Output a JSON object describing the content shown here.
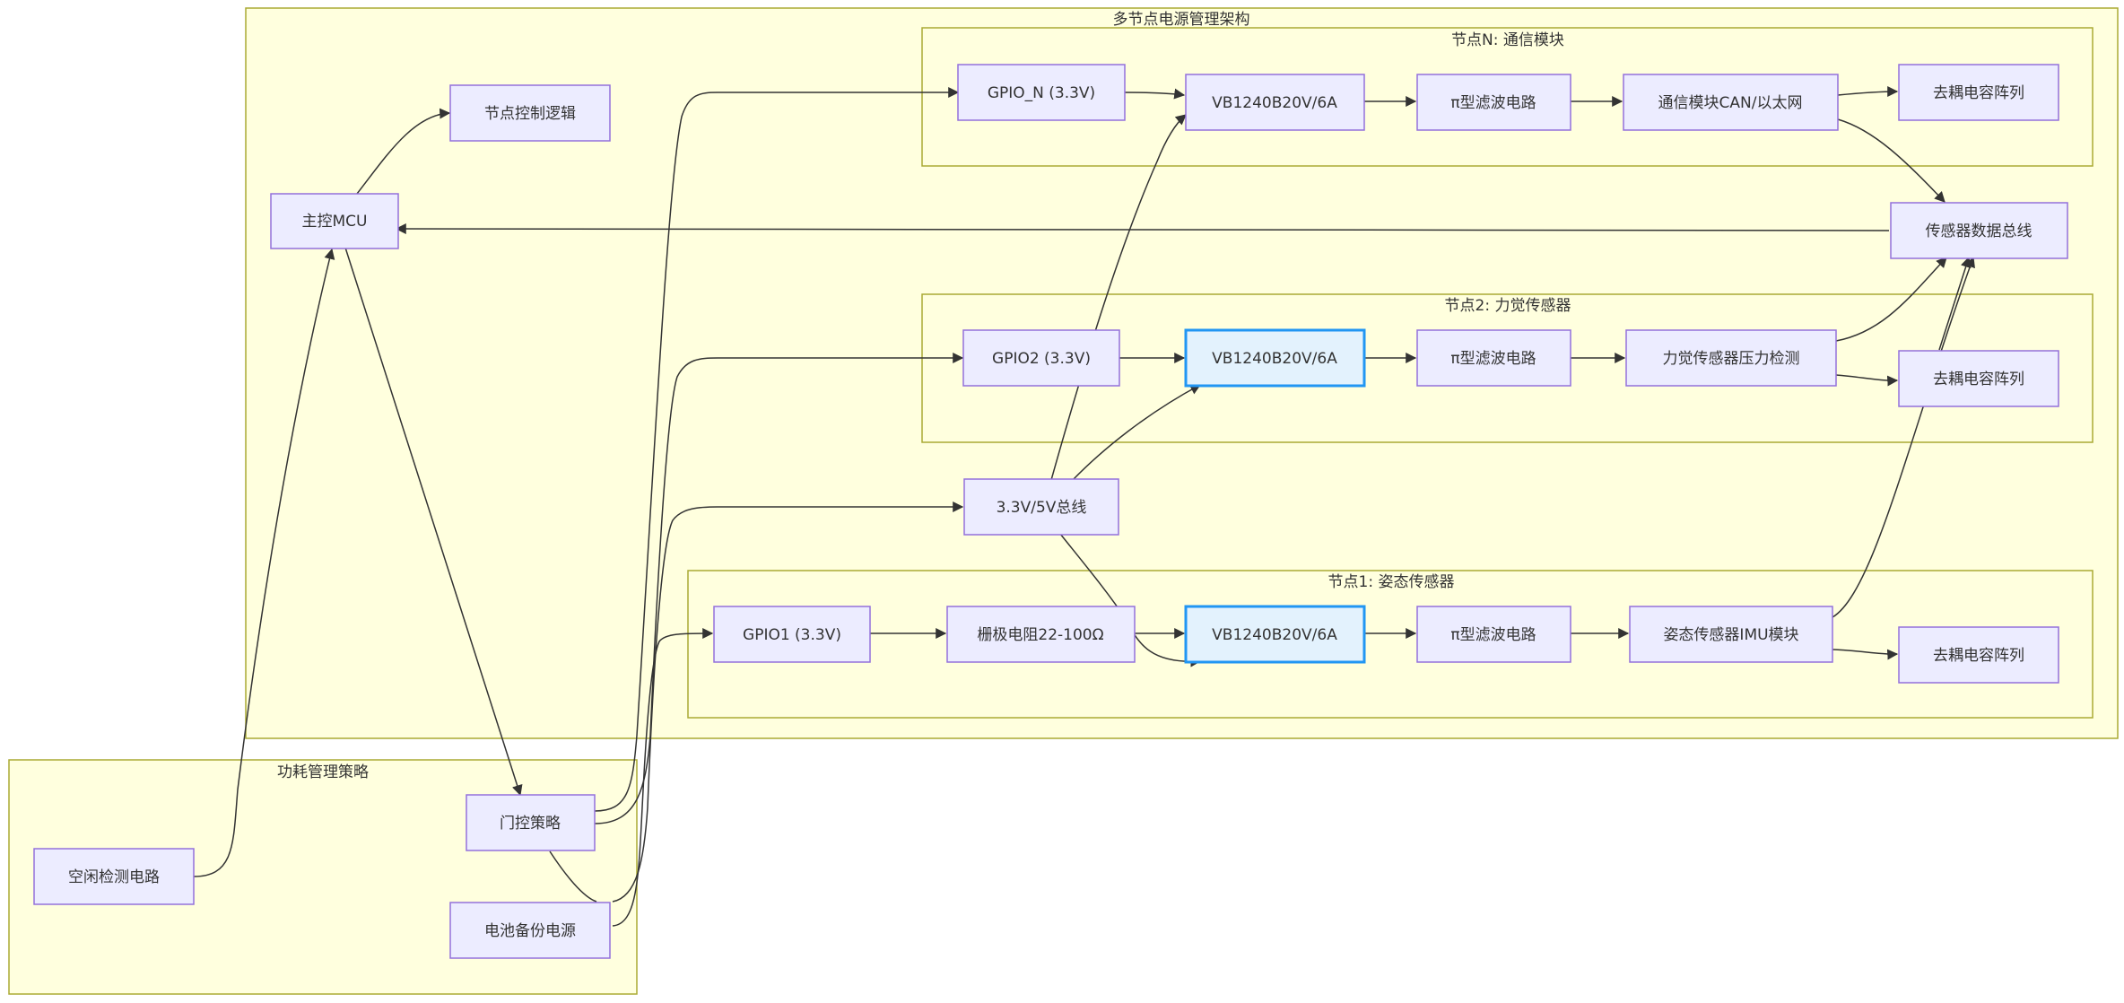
{
  "clusters": {
    "main": {
      "label": "多节点电源管理架构"
    },
    "nodeN": {
      "label": "节点N: 通信模块"
    },
    "node2": {
      "label": "节点2: 力觉传感器"
    },
    "node1": {
      "label": "节点1: 姿态传感器"
    },
    "power": {
      "label": "功耗管理策略"
    }
  },
  "nodes": {
    "ctrl_logic": "节点控制逻辑",
    "mcu": "主控MCU",
    "gpio_n": "GPIO_N (3.3V)",
    "vb_n": "VB1240B20V/6A",
    "filter_n": "π型滤波电路",
    "comm": "通信模块CAN/以太网",
    "decap_n": "去耦电容阵列",
    "sensor_bus": "传感器数据总线",
    "gpio2": "GPIO2 (3.3V)",
    "vb_2": "VB1240B20V/6A",
    "filter_2": "π型滤波电路",
    "force": "力觉传感器压力检测",
    "decap_2": "去耦电容阵列",
    "bus": "3.3V/5V总线",
    "gpio1": "GPIO1 (3.3V)",
    "gate_res": "栅极电阻22-100Ω",
    "vb_1": "VB1240B20V/6A",
    "filter_1": "π型滤波电路",
    "imu": "姿态传感器IMU模块",
    "decap_1": "去耦电容阵列",
    "idle": "空闲检测电路",
    "gating": "门控策略",
    "battery": "电池备份电源"
  },
  "colors": {
    "cluster_fill": "#ffffde",
    "cluster_stroke": "#aaaa33",
    "node_fill": "#ececff",
    "node_stroke": "#9370db",
    "highlight_fill": "#e3f2fd",
    "highlight_stroke": "#2196f3",
    "edge": "#333333"
  }
}
